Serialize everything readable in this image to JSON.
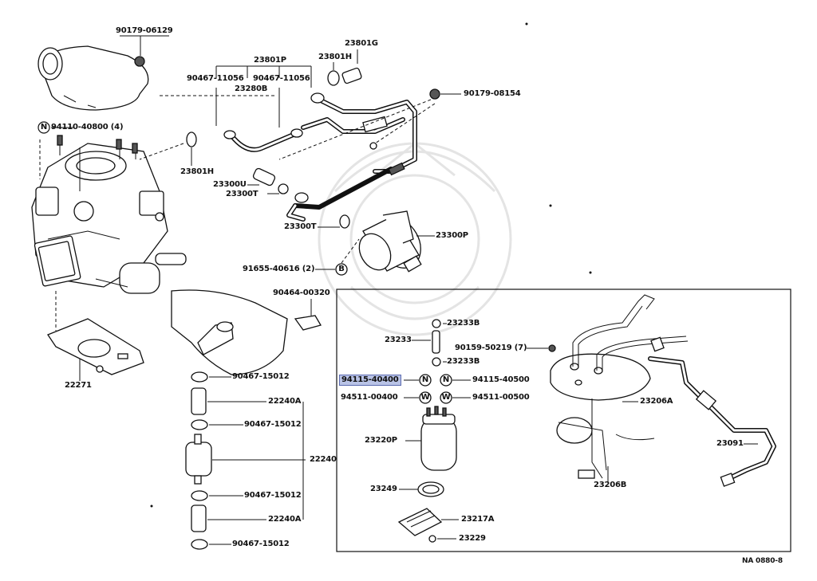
{
  "diagram": {
    "doc_ref": "NA 0880-8",
    "callouts": {
      "c_90179_06129": "90179-06129",
      "c_23801p": "23801P",
      "c_23801g": "23801G",
      "c_23801h_top": "23801H",
      "c_90467_11056_a": "90467-11056",
      "c_90467_11056_b": "90467-11056",
      "c_23280b": "23280B",
      "c_90179_08154": "90179-08154",
      "c_94110_40800": "94110-40800 (4)",
      "c_23801h_left": "23801H",
      "c_23300u": "23300U",
      "c_23300t_a": "23300T",
      "c_23300t_b": "23300T",
      "c_23300p": "23300P",
      "c_91655_40616": "91655-40616 (2)",
      "c_90464_00320": "90464-00320",
      "c_22271": "22271",
      "c_90467_15012_a": "90467-15012",
      "c_22240a_a": "22240A",
      "c_90467_15012_b": "90467-15012",
      "c_22240": "22240",
      "c_90467_15012_c": "90467-15012",
      "c_22240a_b": "22240A",
      "c_90467_15012_d": "90467-15012",
      "c_23233b_a": "23233B",
      "c_23233": "23233",
      "c_23233b_b": "23233B",
      "c_90159_50219": "90159-50219 (7)",
      "c_94115_40400": "94115-40400",
      "c_94115_40500": "94115-40500",
      "c_94511_00400": "94511-00400",
      "c_94511_00500": "94511-00500",
      "c_23206a": "23206A",
      "c_23220p": "23220P",
      "c_23091": "23091",
      "c_23249": "23249",
      "c_23206b": "23206B",
      "c_23217a": "23217A",
      "c_23229": "23229"
    },
    "badges": {
      "n_left": "N",
      "b_filter": "B",
      "n_1": "N",
      "n_2": "N",
      "w_1": "W",
      "w_2": "W"
    },
    "highlight_color": "#b9c3e6"
  }
}
